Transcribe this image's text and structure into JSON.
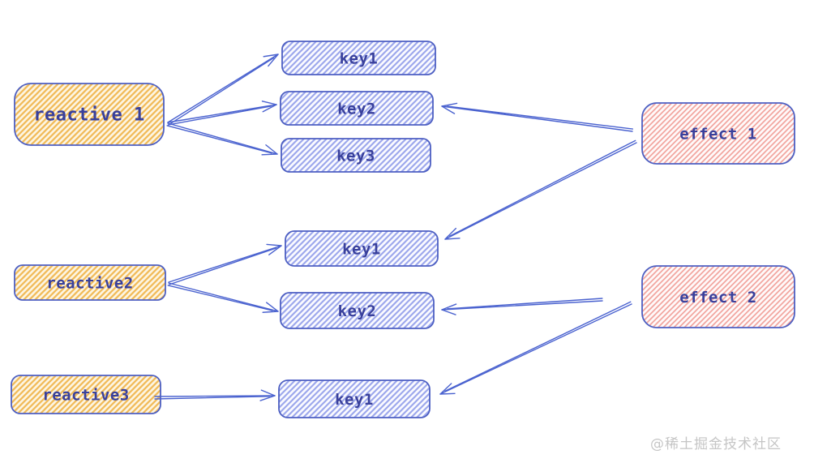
{
  "diagram": {
    "title": "reactive-keys-effects dependency diagram",
    "watermark": "@稀土掘金技术社区",
    "colors": {
      "background": "#ffffff",
      "box_border": "#4d5fc2",
      "arrow": "#4a62cf",
      "label_text": "#39409c",
      "hatch_yellow": "#f1bb5a",
      "hatch_yellow_bg": "#fdf6e4",
      "hatch_blue": "#9da8ec",
      "hatch_blue_bg": "#fbfbff",
      "hatch_red": "#f2a6a0",
      "hatch_red_bg": "#fffafa",
      "watermark_gray": "#c5c5c5"
    },
    "nodes": [
      {
        "id": "reactive1",
        "label": "reactive 1",
        "kind": "reactive"
      },
      {
        "id": "key1a",
        "label": "key1",
        "kind": "key"
      },
      {
        "id": "key2a",
        "label": "key2",
        "kind": "key"
      },
      {
        "id": "key3a",
        "label": "key3",
        "kind": "key"
      },
      {
        "id": "effect1",
        "label": "effect 1",
        "kind": "effect"
      },
      {
        "id": "reactive2",
        "label": "reactive2",
        "kind": "reactive"
      },
      {
        "id": "key1b",
        "label": "key1",
        "kind": "key"
      },
      {
        "id": "key2b",
        "label": "key2",
        "kind": "key"
      },
      {
        "id": "effect2",
        "label": "effect 2",
        "kind": "effect"
      },
      {
        "id": "reactive3",
        "label": "reactive3",
        "kind": "reactive"
      },
      {
        "id": "key1c",
        "label": "key1",
        "kind": "key"
      }
    ],
    "edges": [
      {
        "from": "reactive1",
        "to": "key1a"
      },
      {
        "from": "reactive1",
        "to": "key2a"
      },
      {
        "from": "reactive1",
        "to": "key3a"
      },
      {
        "from": "effect1",
        "to": "key2a"
      },
      {
        "from": "effect1",
        "to": "key1b"
      },
      {
        "from": "reactive2",
        "to": "key1b"
      },
      {
        "from": "reactive2",
        "to": "key2b"
      },
      {
        "from": "effect2",
        "to": "key2b"
      },
      {
        "from": "effect2",
        "to": "key1c"
      },
      {
        "from": "reactive3",
        "to": "key1c"
      }
    ]
  }
}
